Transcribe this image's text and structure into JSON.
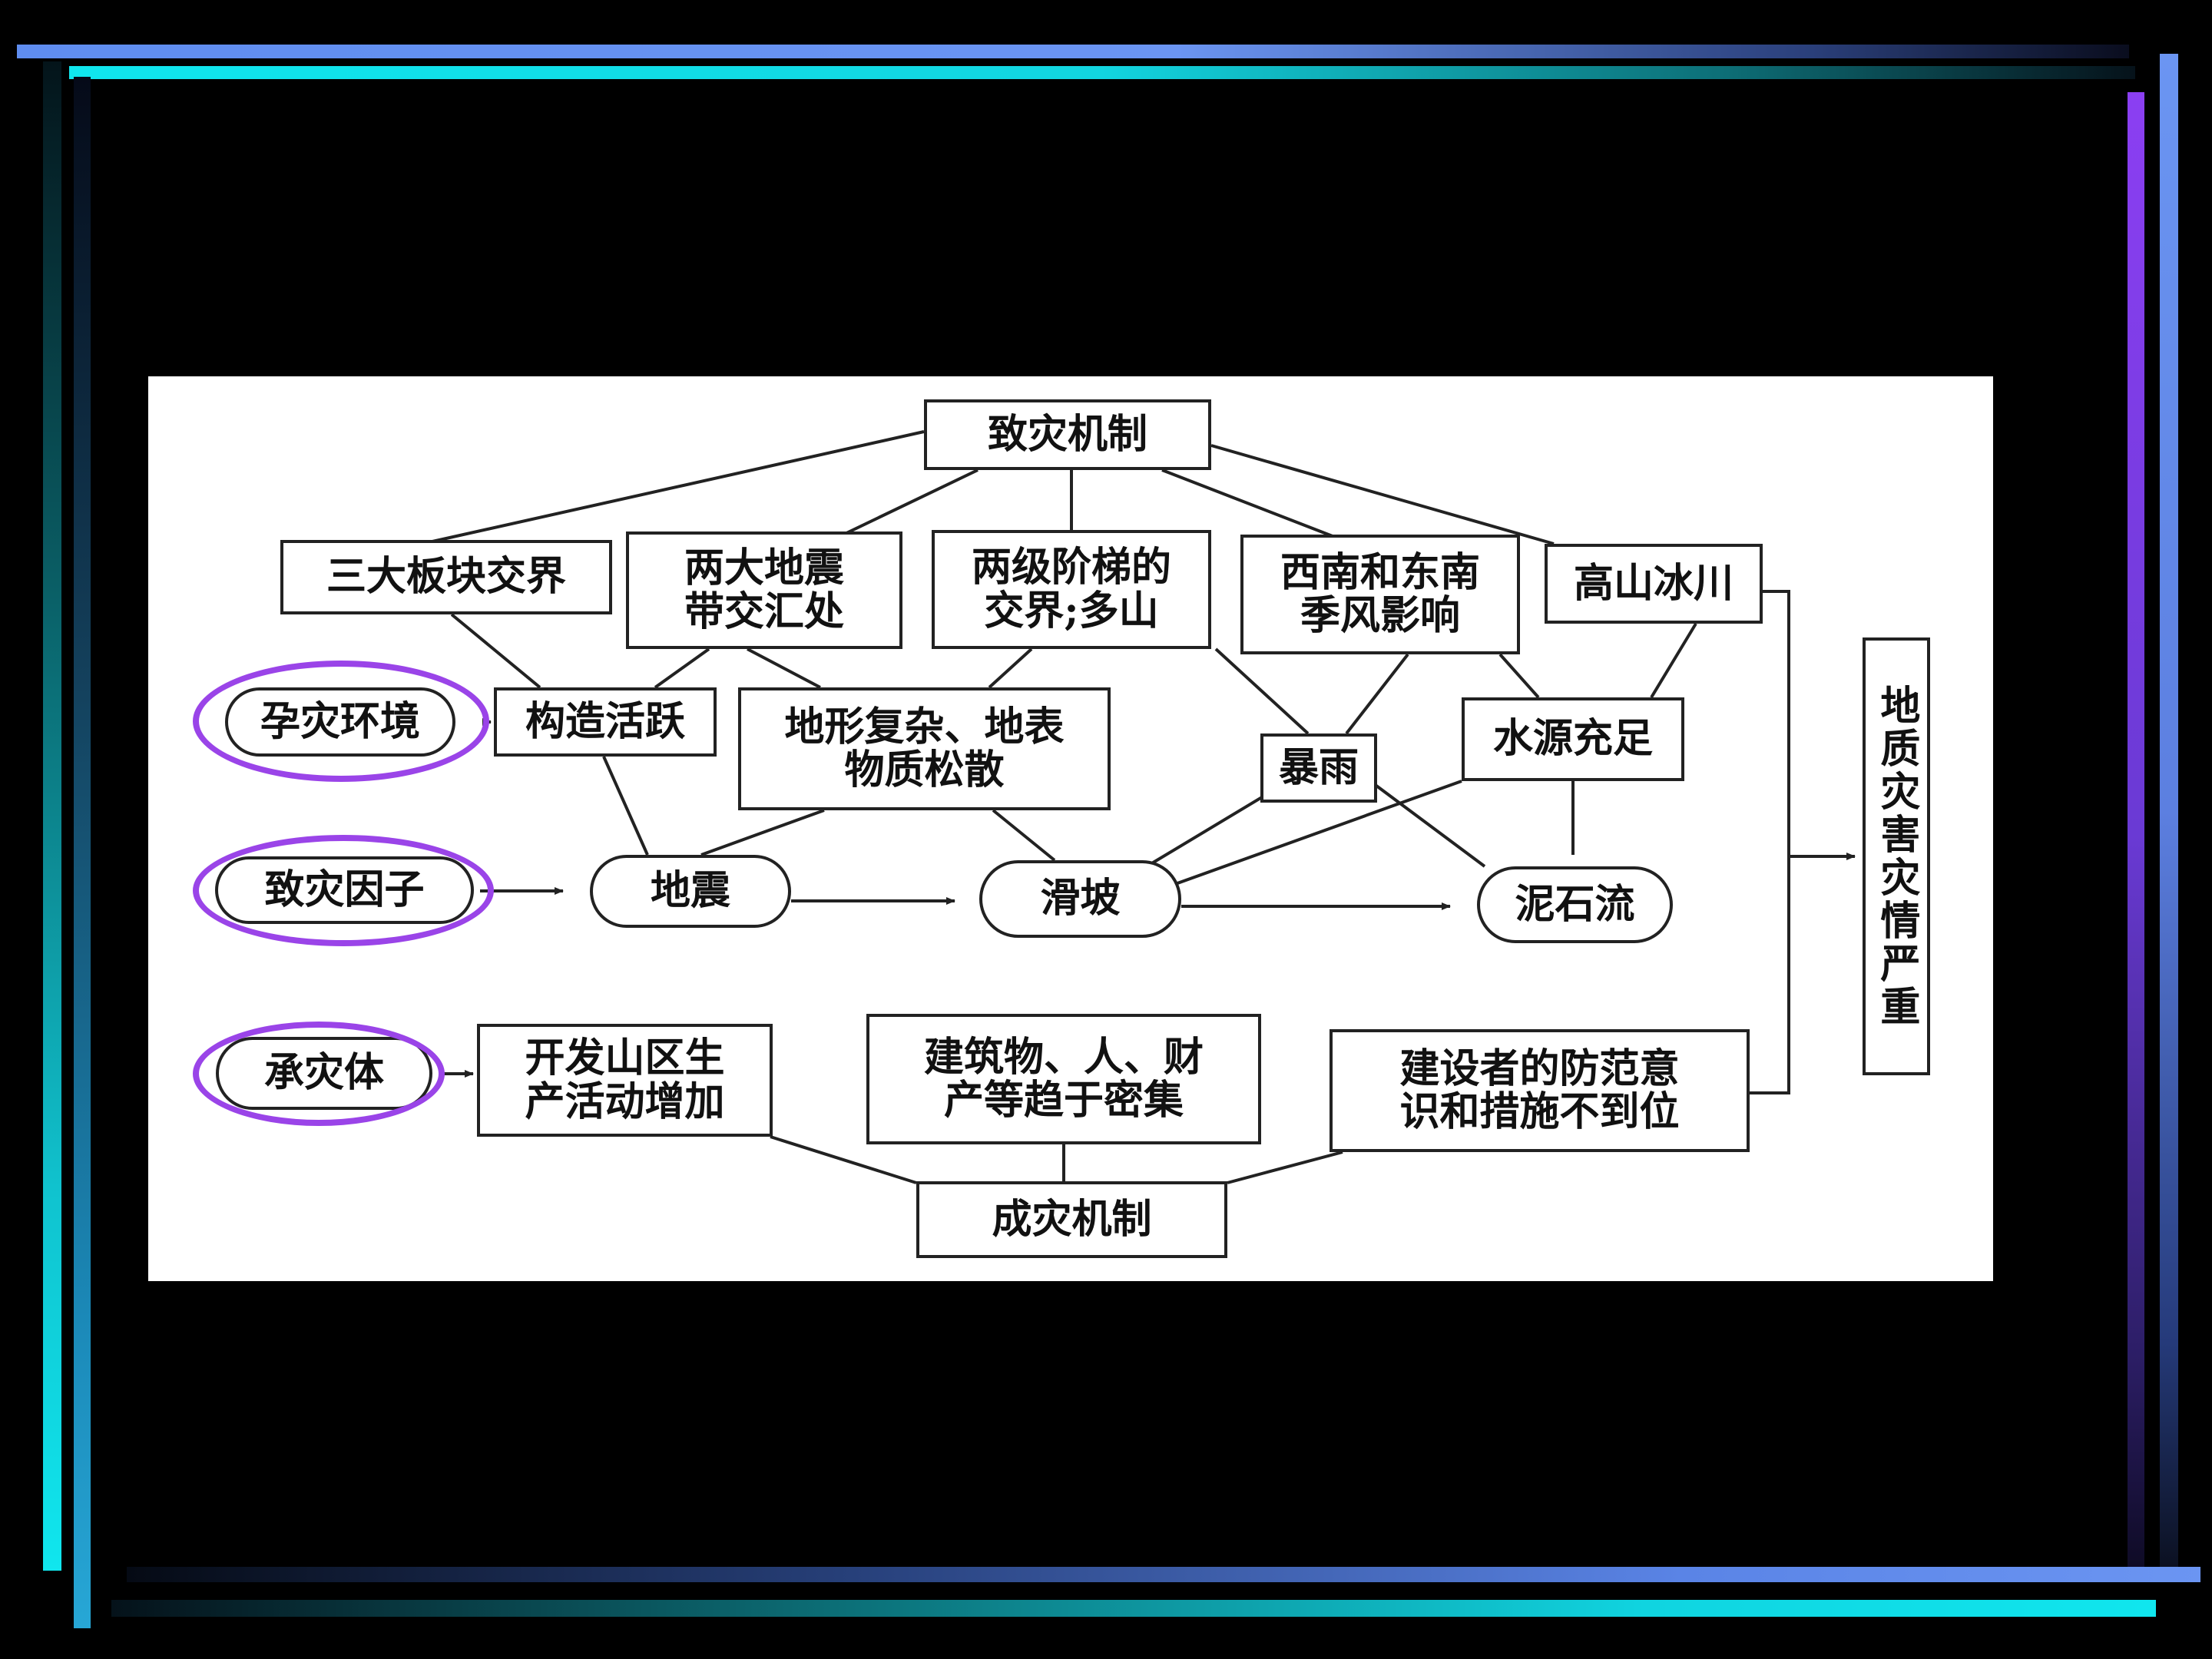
{
  "colors": {
    "background": "#000000",
    "panel": "#ffffff",
    "ink": "#222222",
    "highlight_ring": "#9a44e8"
  },
  "diagram": {
    "top_mechanism": "致灾机制",
    "bottom_mechanism": "成灾机制",
    "categories": {
      "environment": "孕灾环境",
      "factor": "致灾因子",
      "carrier": "承灾体"
    },
    "conditions": {
      "plates": "三大板块交界",
      "quake_belts": [
        "两大地震",
        "带交汇处"
      ],
      "terraces": [
        "两级阶梯的",
        "交界;多山"
      ],
      "monsoon": [
        "西南和东南",
        "季风影响"
      ],
      "glacier": "高山冰川",
      "tectonic": "构造活跃",
      "terrain": [
        "地形复杂、地表",
        "物质松散"
      ],
      "rainstorm": "暴雨",
      "water": "水源充足"
    },
    "hazards": {
      "earthquake": "地震",
      "landslide": "滑坡",
      "debris_flow": "泥石流"
    },
    "exposure": {
      "development": [
        "开发山区生",
        "产活动增加"
      ],
      "assets": [
        "建筑物、人、财",
        "产等趋于密集"
      ],
      "awareness": [
        "建设者的防范意",
        "识和措施不到位"
      ]
    },
    "result": "地质灾害灾情严重"
  }
}
